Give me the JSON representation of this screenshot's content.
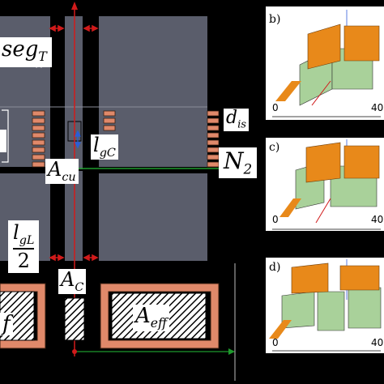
{
  "labels": {
    "seg_main": "seg",
    "seg_sub": "T",
    "dis_main": "d",
    "dis_sub": "is",
    "lgc_main": "l",
    "lgc_sub": "gC",
    "n2_main": "N",
    "n2_sub": "2",
    "acu_main": "A",
    "acu_sub": "cu",
    "lgl_main": "l",
    "lgl_sub": "gL",
    "lgl_den": "2",
    "ac_main": "A",
    "ac_sub": "C",
    "aeff_main": "A",
    "aeff_sub": "eff",
    "left_partial": "f"
  },
  "panels": [
    {
      "tag": "b)",
      "tick_left": "0",
      "tick_right": "40"
    },
    {
      "tag": "c)",
      "tick_left": "0",
      "tick_right": "40"
    },
    {
      "tag": "d)",
      "tick_left": "0",
      "tick_right": "40"
    }
  ],
  "colors": {
    "core": "#5a5d6b",
    "copper": "#e0896a",
    "copper_dark": "#3a1e10",
    "arrow_red": "#d11b1b",
    "green": "#1e9a2c",
    "block": "#a9d19a",
    "winding": "#e8891a"
  }
}
